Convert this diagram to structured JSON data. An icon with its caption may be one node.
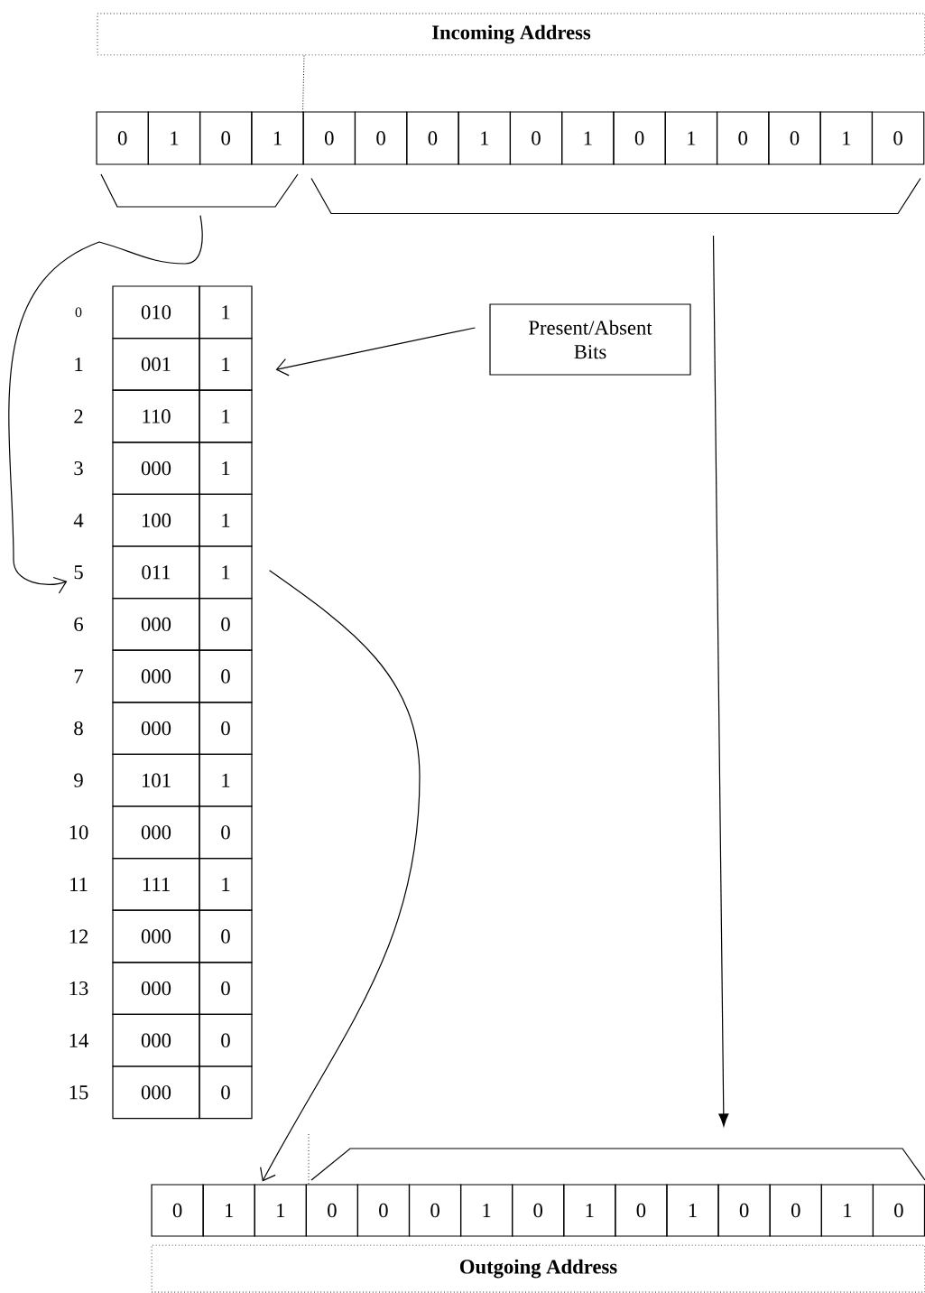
{
  "diagram": {
    "nodes": [
      {
        "text": [
          "Incoming Address"
        ]
      },
      {
        "text": [
          "0"
        ]
      },
      {
        "text": [
          "1"
        ]
      },
      {
        "text": [
          "0"
        ]
      },
      {
        "text": [
          "1"
        ]
      },
      {
        "text": [
          "0"
        ]
      },
      {
        "text": [
          "0"
        ]
      },
      {
        "text": [
          "0"
        ]
      },
      {
        "text": [
          "1"
        ]
      },
      {
        "text": [
          "0"
        ]
      },
      {
        "text": [
          "1"
        ]
      },
      {
        "text": [
          "0"
        ]
      },
      {
        "text": [
          "1"
        ]
      },
      {
        "text": [
          "0"
        ]
      },
      {
        "text": [
          "0"
        ]
      },
      {
        "text": [
          "1"
        ]
      },
      {
        "text": [
          "0"
        ]
      },
      {
        "text": [],
        "shape": "bracket"
      },
      {
        "text": [],
        "shape": "bracket"
      },
      {
        "text": [
          "0"
        ]
      },
      {
        "text": [
          "010"
        ]
      },
      {
        "text": [
          "1"
        ]
      },
      {
        "text": [
          "1"
        ]
      },
      {
        "text": [
          "001"
        ]
      },
      {
        "text": [
          "1"
        ]
      },
      {
        "text": [
          "2"
        ]
      },
      {
        "text": [
          "110"
        ]
      },
      {
        "text": [
          "1"
        ]
      },
      {
        "text": [
          "3"
        ]
      },
      {
        "text": [
          "000"
        ]
      },
      {
        "text": [
          "1"
        ]
      },
      {
        "text": [
          "4"
        ]
      },
      {
        "text": [
          "100"
        ]
      },
      {
        "text": [
          "1"
        ]
      },
      {
        "text": [
          "5"
        ]
      },
      {
        "text": [
          "011"
        ]
      },
      {
        "text": [
          "1"
        ]
      },
      {
        "text": [
          "6"
        ]
      },
      {
        "text": [
          "000"
        ]
      },
      {
        "text": [
          "0"
        ]
      },
      {
        "text": [
          "7"
        ]
      },
      {
        "text": [
          "000"
        ]
      },
      {
        "text": [
          "0"
        ]
      },
      {
        "text": [
          "8"
        ]
      },
      {
        "text": [
          "000"
        ]
      },
      {
        "text": [
          "0"
        ]
      },
      {
        "text": [
          "9"
        ]
      },
      {
        "text": [
          "101"
        ]
      },
      {
        "text": [
          "1"
        ]
      },
      {
        "text": [
          "10"
        ]
      },
      {
        "text": [
          "000"
        ]
      },
      {
        "text": [
          "0"
        ]
      },
      {
        "text": [
          "11"
        ]
      },
      {
        "text": [
          "111"
        ]
      },
      {
        "text": [
          "1"
        ]
      },
      {
        "text": [
          "12"
        ]
      },
      {
        "text": [
          "000"
        ]
      },
      {
        "text": [
          "0"
        ]
      },
      {
        "text": [
          "13"
        ]
      },
      {
        "text": [
          "000"
        ]
      },
      {
        "text": [
          "0"
        ]
      },
      {
        "text": [
          "14"
        ]
      },
      {
        "text": [
          "000"
        ]
      },
      {
        "text": [
          "0"
        ]
      },
      {
        "text": [
          "15"
        ]
      },
      {
        "text": [
          "000"
        ]
      },
      {
        "text": [
          "0"
        ]
      },
      {
        "text": [
          "Present/Absent Bits"
        ]
      },
      {
        "text": [],
        "shape": "bracket"
      },
      {
        "text": [
          "0"
        ]
      },
      {
        "text": [
          "1"
        ]
      },
      {
        "text": [
          "1"
        ]
      },
      {
        "text": [
          "0"
        ]
      },
      {
        "text": [
          "0"
        ]
      },
      {
        "text": [
          "0"
        ]
      },
      {
        "text": [
          "1"
        ]
      },
      {
        "text": [
          "0"
        ]
      },
      {
        "text": [
          "1"
        ]
      },
      {
        "text": [
          "0"
        ]
      },
      {
        "text": [
          "1"
        ]
      },
      {
        "text": [
          "0"
        ]
      },
      {
        "text": [
          "0"
        ]
      },
      {
        "text": [
          "1"
        ]
      },
      {
        "text": [
          "0"
        ]
      },
      {
        "text": [
          "Outgoing Address"
        ]
      }
    ],
    "edges": [
      {
        "from": 17,
        "to": 34,
        "arrow": "to"
      },
      {
        "from": 67,
        "to": 24,
        "arrow": "to"
      },
      {
        "from": 36,
        "to": 71,
        "arrow": "to"
      },
      {
        "from": 18,
        "to": 68,
        "arrow": "to"
      },
      {
        "from": 0,
        "to": 5,
        "arrow": "none",
        "style": "dashed"
      }
    ]
  }
}
